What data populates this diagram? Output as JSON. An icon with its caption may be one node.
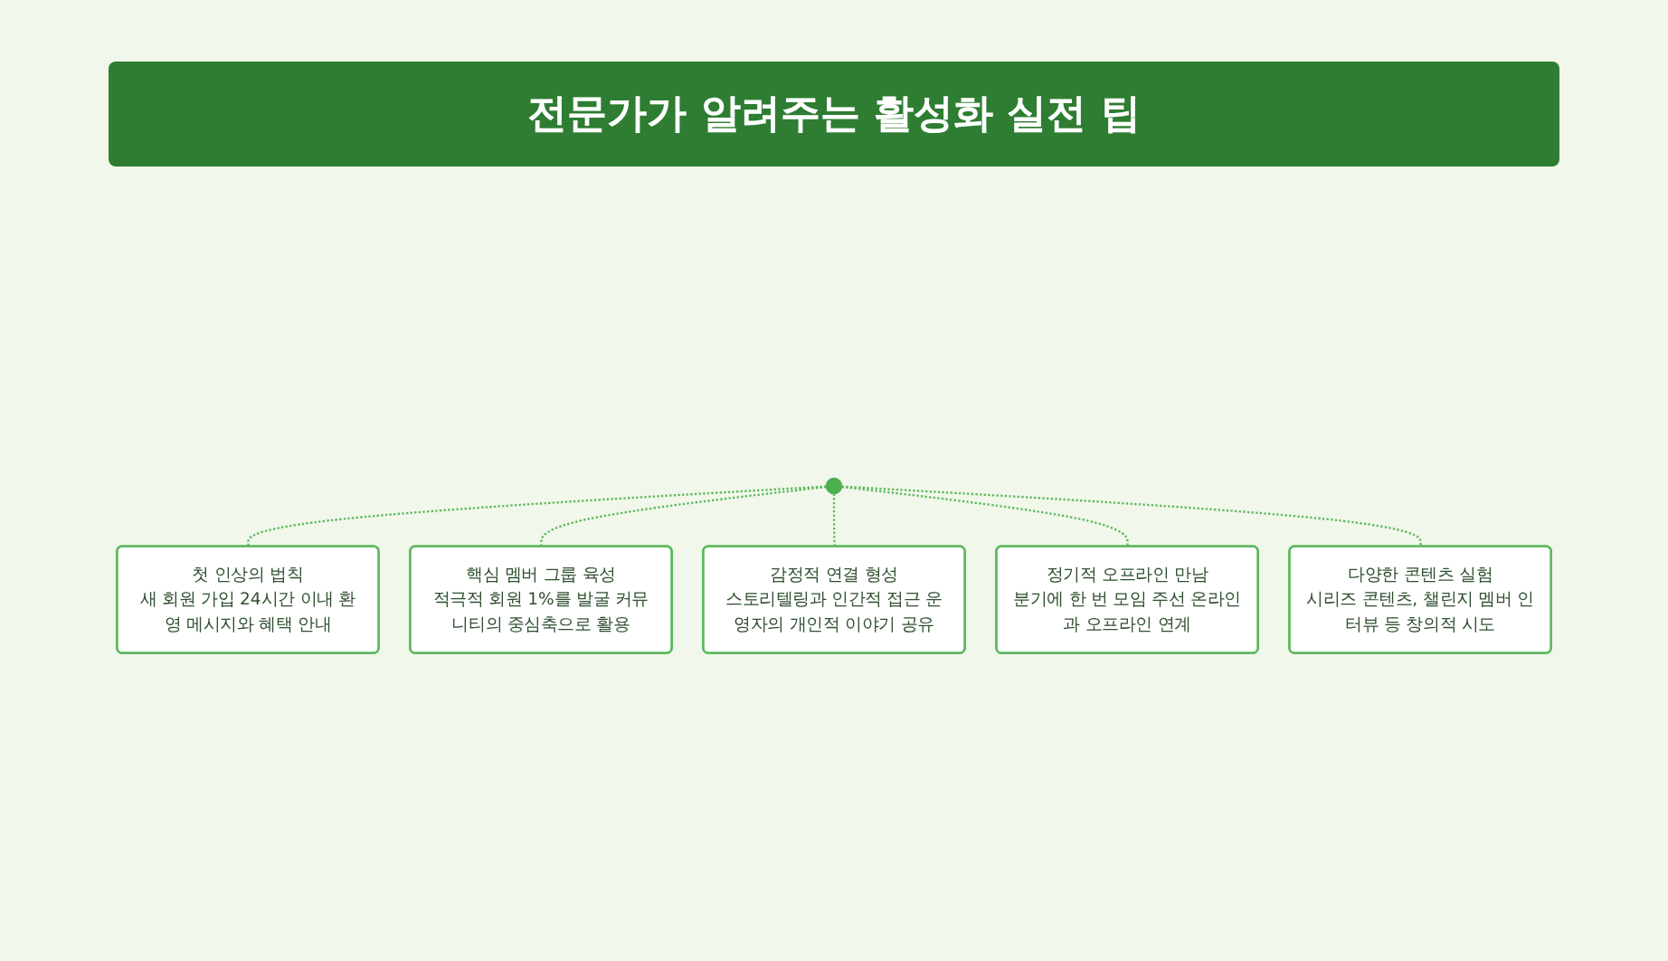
{
  "diagram": {
    "title": "전문가가 알려주는 활성화 실전 팁",
    "nodes": [
      {
        "text": [],
        "shape": "circle"
      },
      {
        "text": [
          "첫 인상의 법칙",
          "새 회원 가입 24시간 이내 환영 메시지와 혜택 안내"
        ]
      },
      {
        "text": [
          "핵심 멤버 그룹 육성",
          "적극적 회원 1%를 발굴 커뮤니티의 중심축으로 활용"
        ]
      },
      {
        "text": [
          "감정적 연결 형성",
          "스토리텔링과 인간적 접근 운영자의 개인적 이야기 공유"
        ]
      },
      {
        "text": [
          "정기적 오프라인 만남",
          "분기에 한 번 모임 주선 온라인과 오프라인 연계"
        ]
      },
      {
        "text": [
          "다양한 콘텐츠 실험",
          "시리즈 콘텐츠, 챌린지 멤버 인터뷰 등 창의적 시도"
        ]
      }
    ],
    "edges": [
      {
        "from": 0,
        "to": 1,
        "arrow": "none",
        "style": "dashed"
      },
      {
        "from": 0,
        "to": 2,
        "arrow": "none",
        "style": "dashed"
      },
      {
        "from": 0,
        "to": 3,
        "arrow": "none",
        "style": "dashed"
      },
      {
        "from": 0,
        "to": 4,
        "arrow": "none",
        "style": "dashed"
      },
      {
        "from": 0,
        "to": 5,
        "arrow": "none",
        "style": "dashed"
      }
    ]
  }
}
